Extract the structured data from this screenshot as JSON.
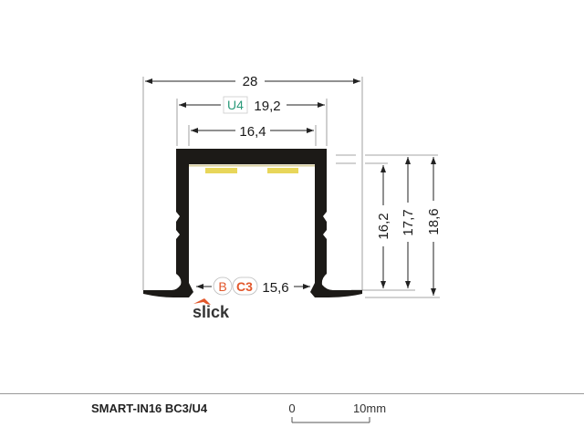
{
  "drawing": {
    "dimensions": {
      "overall_width": "28",
      "u4_label": "U4",
      "u4_width": "19,2",
      "inner_width": "16,4",
      "bc3_label_b": "B",
      "bc3_label_c3": "C3",
      "bottom_opening": "15,6",
      "height_1": "16,2",
      "height_2": "17,7",
      "height_3": "18,6"
    },
    "logo": "slick",
    "colors": {
      "profile": "#1c1a17",
      "led": "#e8d65a",
      "u4": "#2a9a7a",
      "bc3": "#e2572b"
    }
  },
  "footer": {
    "product_name": "SMART-IN16 BC3/U4",
    "scale_start": "0",
    "scale_end": "10mm"
  }
}
